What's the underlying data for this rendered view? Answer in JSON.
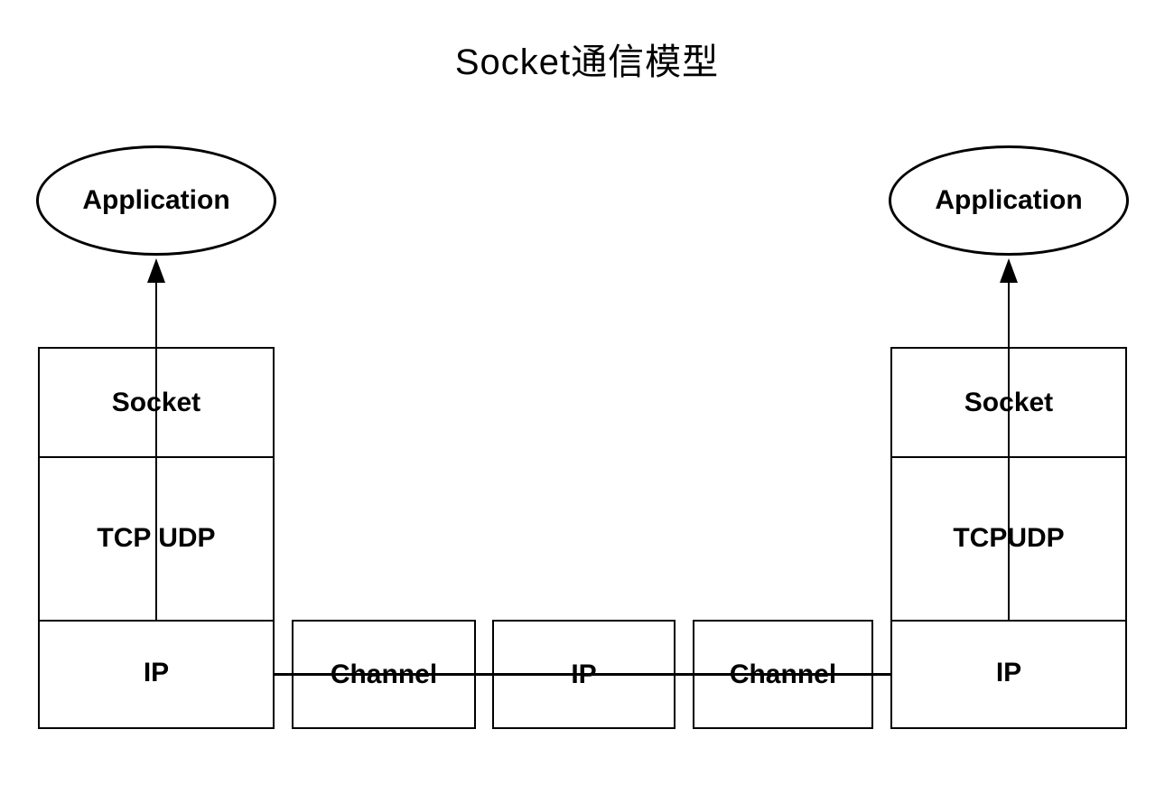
{
  "title": "Socket通信模型",
  "colors": {
    "stroke": "#000000",
    "background": "#ffffff",
    "text": "#000000"
  },
  "left_host": {
    "application_label": "Application",
    "layers": {
      "socket": "Socket",
      "transport": "TCP UDP",
      "network": "IP"
    }
  },
  "right_host": {
    "application_label": "Application",
    "layers": {
      "socket": "Socket",
      "transport": "TCPUDP",
      "network": "IP"
    }
  },
  "link": {
    "nodes": [
      "Channel",
      "IP",
      "Channel"
    ]
  }
}
